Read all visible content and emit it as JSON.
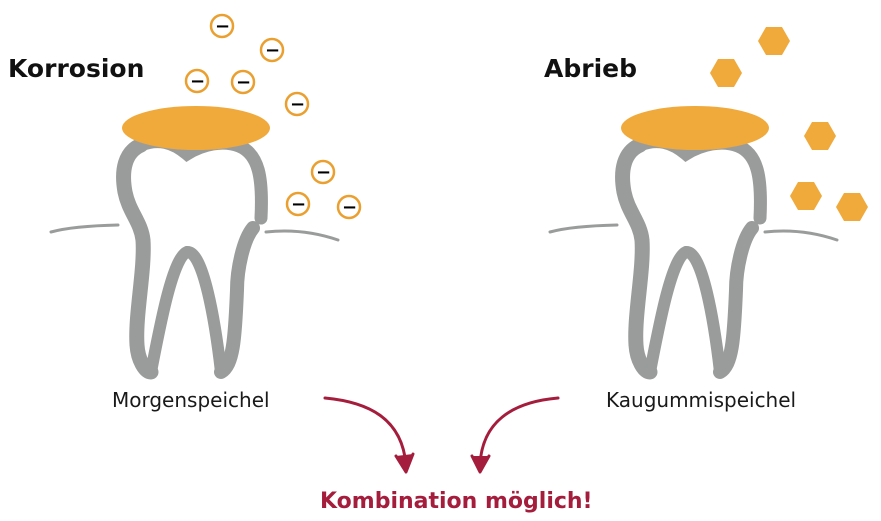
{
  "colors": {
    "tooth_outline": "#9a9c9b",
    "enamel": "#f0a93b",
    "ion_ring": "#ea9f2e",
    "arrow": "#a51d3c",
    "text": "#111111"
  },
  "left_panel": {
    "title": "Korrosion",
    "caption": "Morgenspeichel",
    "ion_symbol": "−"
  },
  "right_panel": {
    "title": "Abrieb",
    "caption": "Kaugummispeichel"
  },
  "conclusion": "Kombination möglich!"
}
